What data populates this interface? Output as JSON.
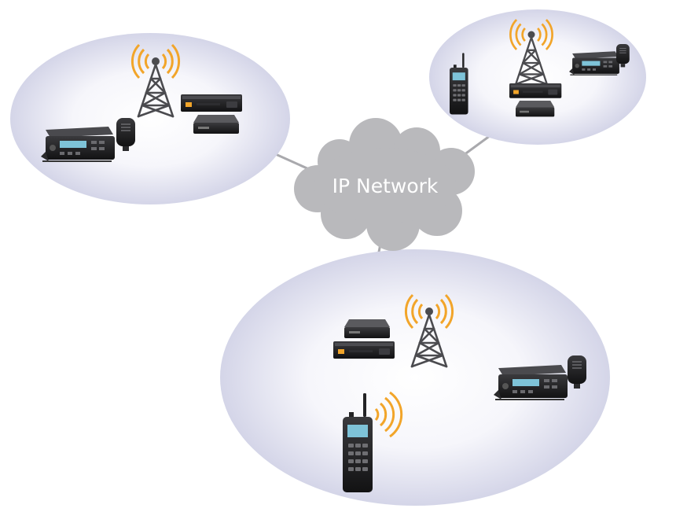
{
  "network": {
    "label": "IP Network"
  },
  "colors": {
    "zone_center": "#ffffff",
    "zone_edge": "#d7d8ea",
    "cloud": "#b9b9bc",
    "link": "#a9a9ad",
    "signal": "#f2a52a",
    "device_dark": "#1f1f21",
    "display": "#7ec3d8",
    "tower": "#4b4b4f"
  },
  "sites": [
    {
      "name": "site-left",
      "devices": [
        "repeater-tower-icon",
        "base-repeater-icon",
        "router-icon",
        "mobile-radio-icon",
        "hand-microphone-icon"
      ]
    },
    {
      "name": "site-top-right",
      "devices": [
        "portable-radio-icon",
        "repeater-tower-icon",
        "mobile-radio-icon",
        "hand-microphone-icon",
        "base-repeater-icon",
        "router-icon"
      ]
    },
    {
      "name": "site-bottom",
      "devices": [
        "router-icon",
        "base-repeater-icon",
        "repeater-tower-icon",
        "portable-radio-icon",
        "mobile-radio-icon",
        "hand-microphone-icon"
      ]
    }
  ]
}
